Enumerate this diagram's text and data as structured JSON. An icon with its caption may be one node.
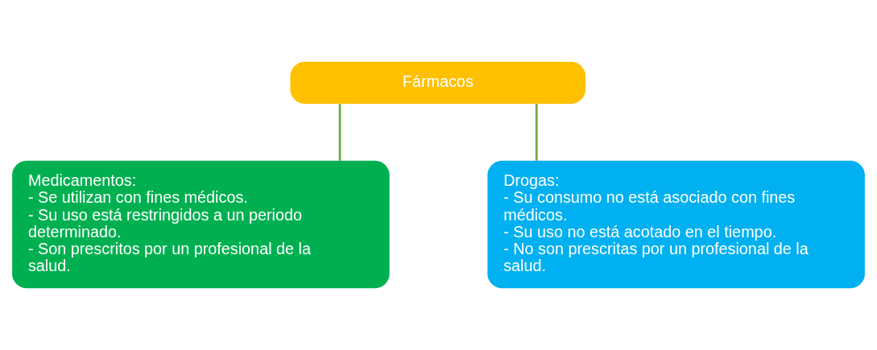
{
  "diagram": {
    "nodes": [
      {
        "text": [
          "Fármacos"
        ]
      },
      {
        "text": [
          "Medicamentos:",
          "- Se utilizan con fines médicos.",
          "- Su uso está restringidos a un periodo determinado.",
          "- Son prescritos por un profesional de la salud."
        ]
      },
      {
        "text": [
          "Drogas:",
          "- Su consumo no está asociado con fines médicos.",
          "- Su uso no está acotado en el tiempo.",
          "- No son prescritas por un profesional de la salud."
        ]
      }
    ],
    "edges": [
      {
        "from": 0,
        "to": 1,
        "arrow": "none"
      },
      {
        "from": 0,
        "to": 2,
        "arrow": "none"
      }
    ]
  }
}
